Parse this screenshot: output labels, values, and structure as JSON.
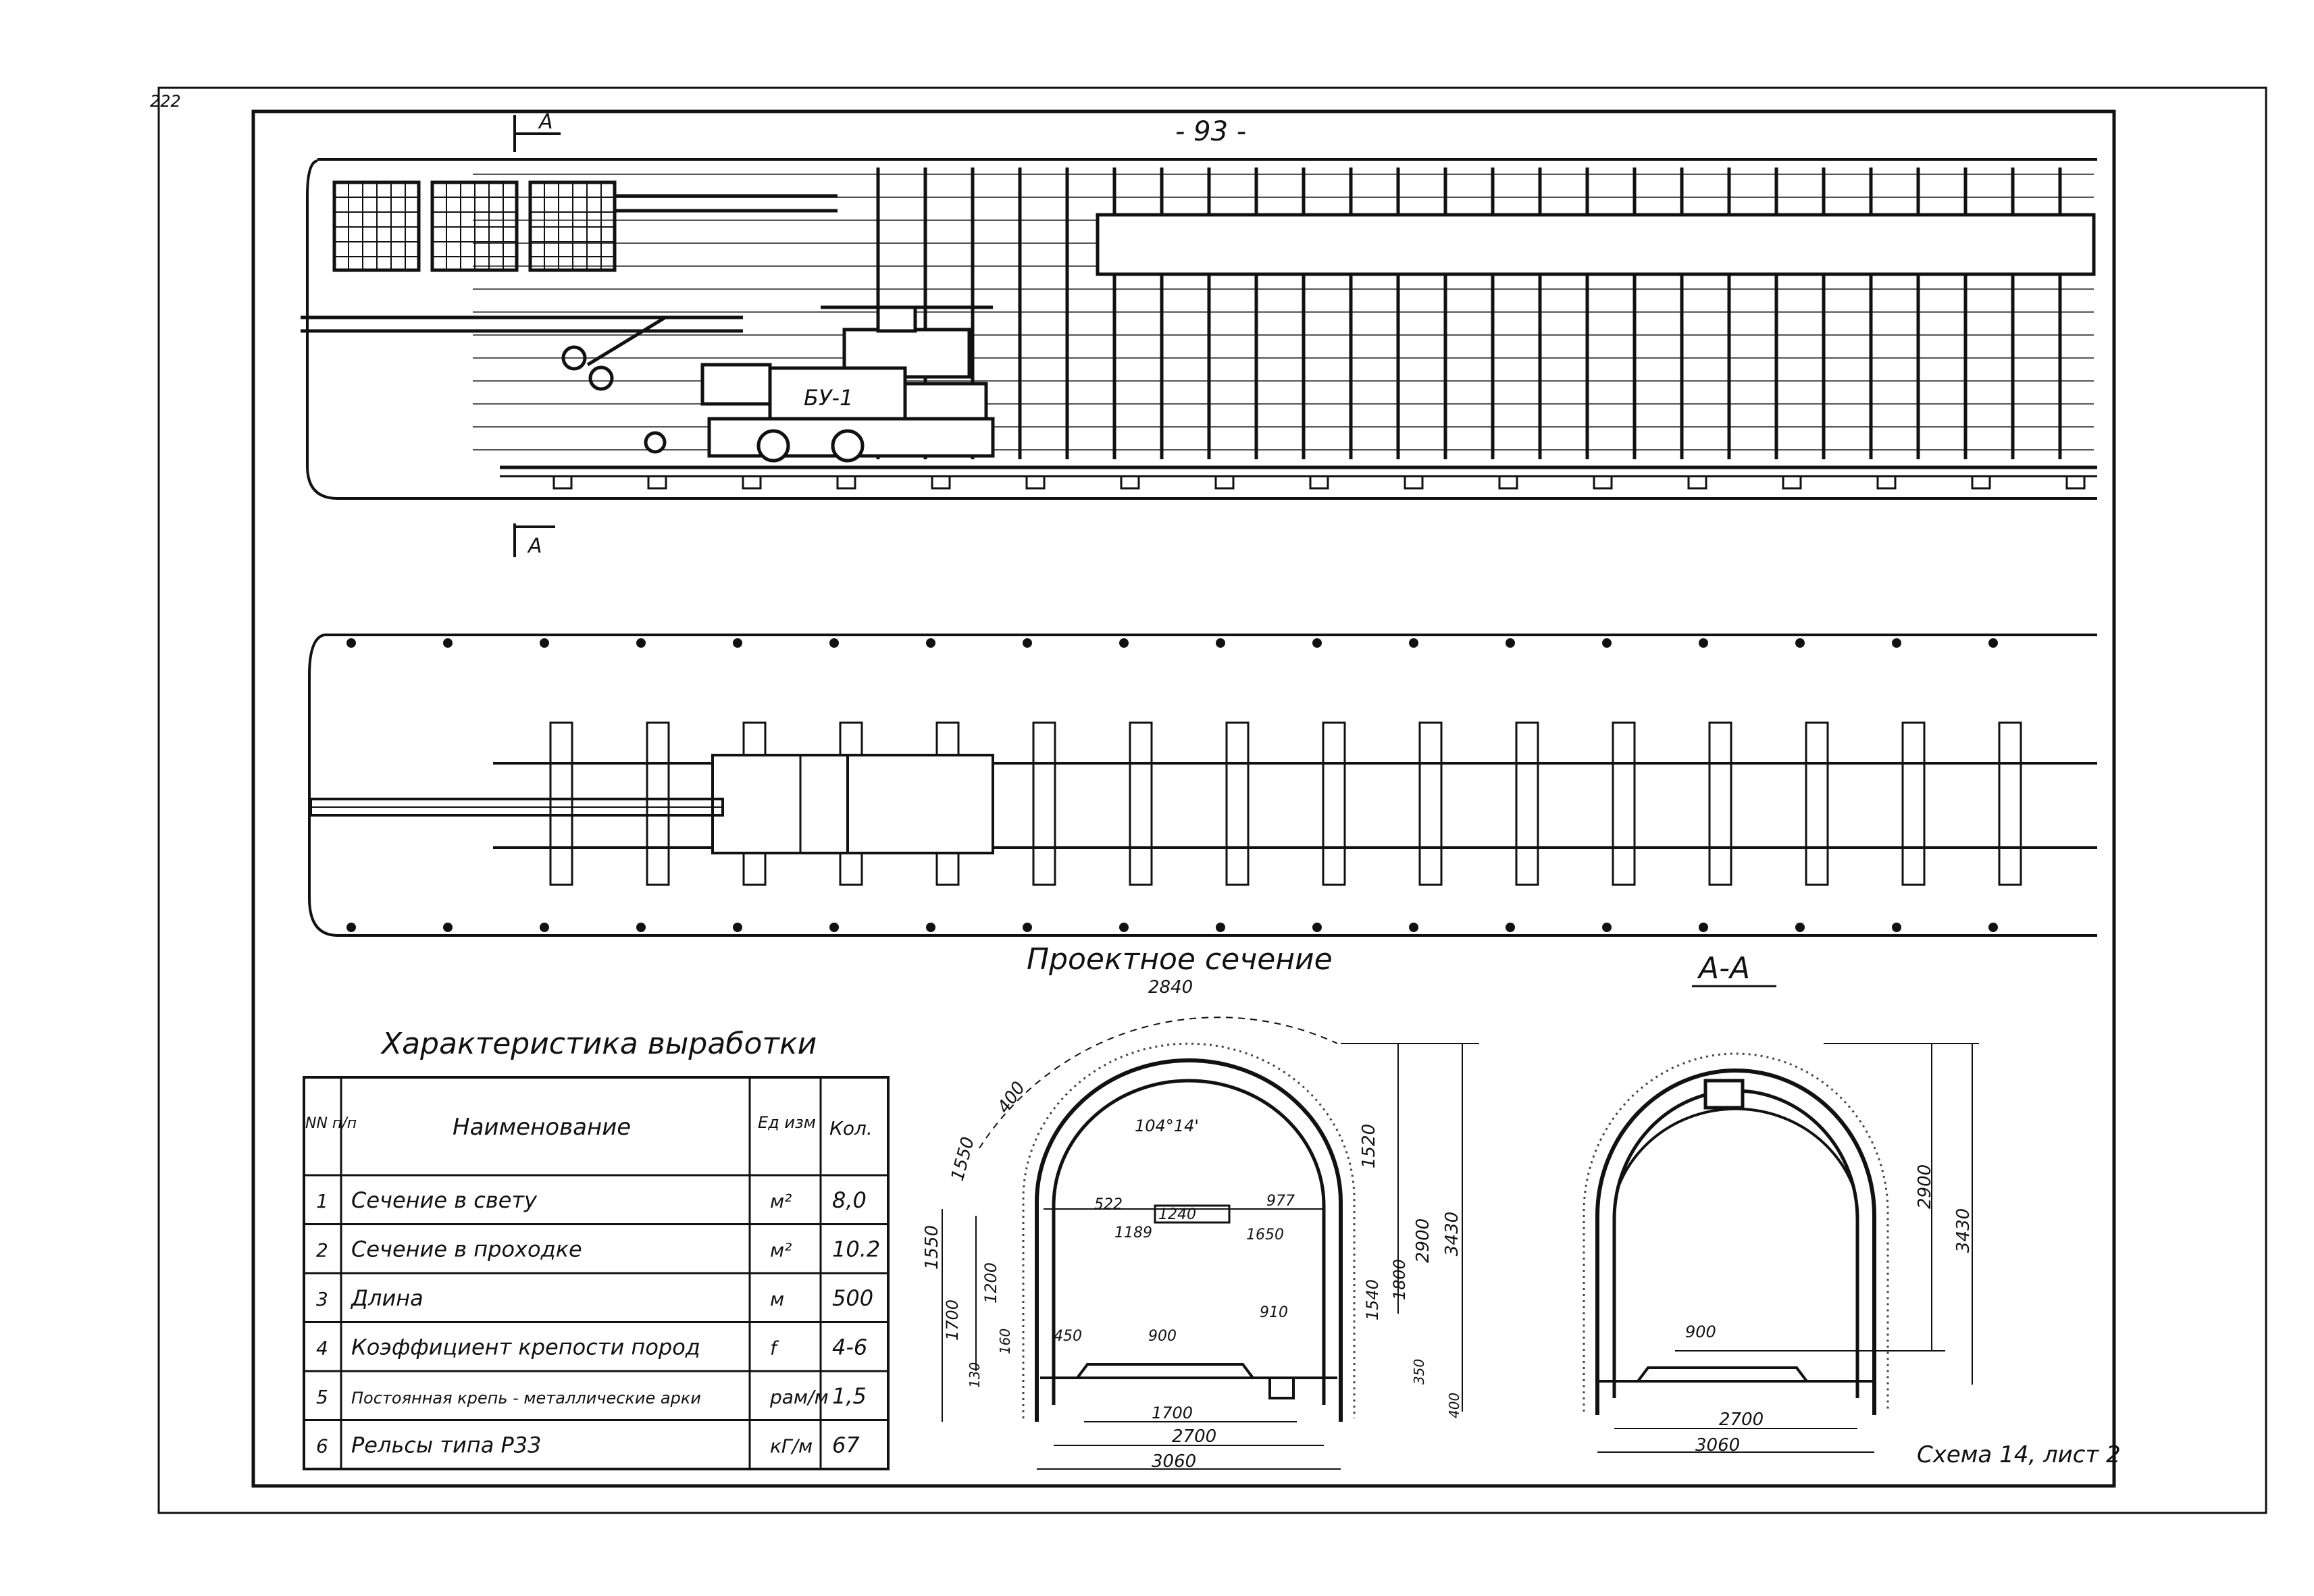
{
  "corner_number": "222",
  "page_number": "- 93 -",
  "section_marker": "A",
  "machine_label": "БУ-1",
  "section_title": "Проектное сечение",
  "section_aa_title": "А-А",
  "scheme_caption": "Схема 14, лист 2",
  "table": {
    "title": "Характеристика выработки",
    "headers": {
      "num": "NN п/п",
      "name": "Наименование",
      "unit": "Ед изм",
      "qty": "Кол."
    },
    "rows": [
      {
        "num": "1",
        "name": "Сечение в свету",
        "unit": "м²",
        "qty": "8,0"
      },
      {
        "num": "2",
        "name": "Сечение в проходке",
        "unit": "м²",
        "qty": "10.2"
      },
      {
        "num": "3",
        "name": "Длина",
        "unit": "м",
        "qty": "500"
      },
      {
        "num": "4",
        "name": "Коэффициент крепости пород",
        "unit": "f",
        "qty": "4-6"
      },
      {
        "num": "5",
        "name": "Постоянная крепь - металлические арки",
        "unit": "рам/м",
        "qty": "1,5"
      },
      {
        "num": "6",
        "name": "Рельсы типа Р33",
        "unit": "кГ/м",
        "qty": "67"
      }
    ]
  },
  "design_section_dims": {
    "arc": "2840",
    "d400": "400",
    "d1550_arc": "1550",
    "angle": "104°14'",
    "d1520": "1520",
    "d522": "522",
    "d1240": "1240",
    "d977": "977",
    "d1189": "1189",
    "d1650": "1650",
    "d2900": "2900",
    "d3430": "3430",
    "d1550": "1550",
    "d1200": "1200",
    "d1700": "1700",
    "d1800": "1800",
    "d1540": "1540",
    "d910": "910",
    "d160": "160",
    "d130": "130",
    "d450": "450",
    "d900": "900",
    "d350": "350",
    "d400b": "400",
    "d1700b": "1700",
    "d2700": "2700",
    "d3060": "3060"
  },
  "aa_section_dims": {
    "d2900": "2900",
    "d3430": "3430",
    "d900": "900",
    "d2700": "2700",
    "d3060": "3060"
  }
}
